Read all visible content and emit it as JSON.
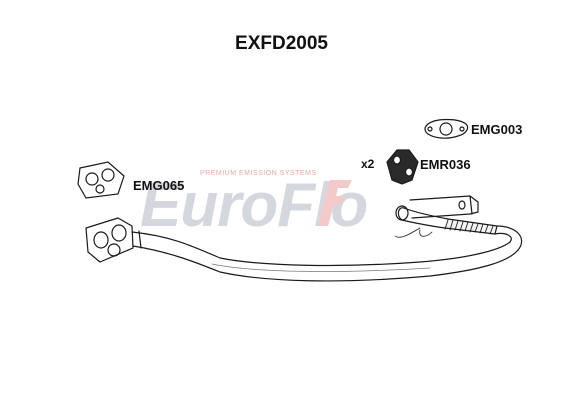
{
  "part_number": "EXFD2005",
  "watermark": {
    "brand": "EuroFlo",
    "tagline": "PREMIUM EMISSION SYSTEMS"
  },
  "components": [
    {
      "id": "gasket-3-bolt",
      "code": "EMG065",
      "icon": "three-hole-gasket"
    },
    {
      "id": "gasket-2-bolt",
      "code": "EMG003",
      "icon": "oval-two-hole-gasket"
    },
    {
      "id": "rubber-mount",
      "code": "EMR036",
      "icon": "rubber-hanger",
      "quantity": "x2"
    }
  ],
  "colors": {
    "outline": "#1a1a1a",
    "watermark_grey": "#d4d8de",
    "watermark_red": "#f3c9c9"
  }
}
